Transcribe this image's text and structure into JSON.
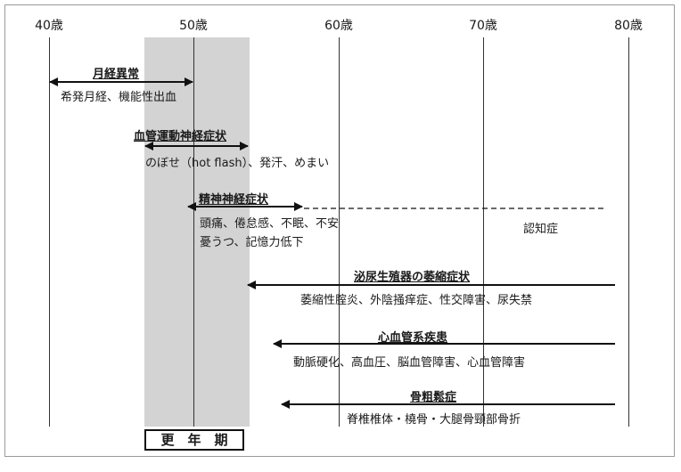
{
  "ages": [
    "40歳",
    "50歳",
    "60歳",
    "70歳",
    "80歳"
  ],
  "groups": [
    {
      "title": "月経異常",
      "desc": "希発月経、機能性出血"
    },
    {
      "title": "血管運動神経症状",
      "desc": "のぼせ（hot flash）、発汗、めまい"
    },
    {
      "title": "精神神経症状",
      "desc1": "頭痛、倦怠感、不眠、不安",
      "desc2": "憂うつ、記憶力低下",
      "extra": "認知症"
    },
    {
      "title": "泌尿生殖器の萎縮症状",
      "desc": "萎縮性腟炎、外陰掻痒症、性交障害、尿失禁"
    },
    {
      "title": "心血管系疾患",
      "desc": "動脈硬化、高血圧、脳血管障害、心血管障害"
    },
    {
      "title": "骨粗鬆症",
      "desc": "脊椎椎体・橈骨・大腿骨頸部骨折"
    }
  ],
  "period_label": "更　年　期"
}
